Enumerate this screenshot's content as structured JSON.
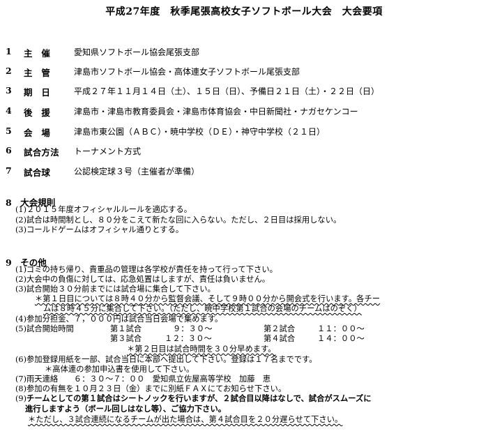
{
  "title": "平成27年度　秋季尾張高校女子ソフトボール大会　大会要項",
  "items": [
    {
      "num": "1",
      "label": "主　催",
      "value": "愛知県ソフトボール協会尾張支部"
    },
    {
      "num": "2",
      "label": "主　管",
      "value": "津島市ソフトボール協会・高体連女子ソフトボール尾張支部"
    },
    {
      "num": "3",
      "label": "期　日",
      "value": "平成２７年１１月１４日（土）、１５日（日）、予備日２１日（土）・２２日（日）"
    },
    {
      "num": "4",
      "label": "後　援",
      "value": "津島市・津島市教育委員会・津島市体育協会・中日新聞社・ナガセケンコー"
    },
    {
      "num": "5",
      "label": "会　場",
      "value": "津島市東公園（ＡＢＣ）・暁中学校（ＤＥ）・神守中学校（２１日）"
    },
    {
      "num": "6",
      "label": "試合方法",
      "value": "トーナメント方式"
    },
    {
      "num": "7",
      "label": "試合球",
      "value": "公認検定球３号（主催者が準備）"
    }
  ],
  "rules": {
    "heading": "8　大会規則",
    "lines": [
      "(1)２０１５年度オフィシャルルールを適応する。",
      "(2)試合は時間制とし、８０分をこえて新たな回に入らない。ただし、２日目は採用しない。",
      "(3)コールドゲームはオフィシャル通りとする。"
    ]
  },
  "other": {
    "heading": "9　その他",
    "l1": "(1)ゴミの持ち帰り、貴重品の管理は各学校が責任を持って行って下さい。",
    "l2": "(2)大会中の負傷に対しては、応急処置はしますが、責任は負いません。",
    "l3": "(3)試合開始３０分前までには試合場に集合して下さい。",
    "l3a": "＊第１日目については８時４０分から監督会議、そして９時００分から開会式を行います。各チー",
    "l3b": "ムは８時４５分に集合して下さい。（ただし、暁中学校第１試合の会場のチームはのぞく）",
    "l4": "(4)参加分担金、７，０００円は試合当日会場で集めます。",
    "l5_label": "(5)試合開始時間",
    "schedule": [
      {
        "a": "第１試合",
        "at": "９：３０～",
        "b": "第２試合",
        "bt": "１１：００～"
      },
      {
        "a": "第３試合",
        "at": "１２：３０～",
        "b": "第４試合",
        "bt": "１４：００～"
      }
    ],
    "l5note": "＊第２日目は試合時間を３０分早めます。",
    "l6": "(6)参加登録用紙を一部、試合当日に本部へ提出して下さい。登録は１７名までです。",
    "l6note": "＊高体連の参加申込書を使用して下さい。",
    "l7": "(7)雨天連絡　　６：３０～７：００　愛知県立佐屋高等学校　加藤　恵",
    "l8": "(8)参加の有無を１０月２３日（金）までに別紙ＦＡＸにてお知らせ下さい。",
    "l9a_1": "(9)",
    "l9a_2": "チームとしての第１試合はシートノックを行いますが、２試合目以降はなしで、試合がスムーズに",
    "l9b": "進行しますよう（ボール回しはなし等）、ご協力下さい。",
    "l9c": "＊ただし、３試合連続になるチームが出た場合は、第４試合目を２０分遅らせて下さい。"
  }
}
